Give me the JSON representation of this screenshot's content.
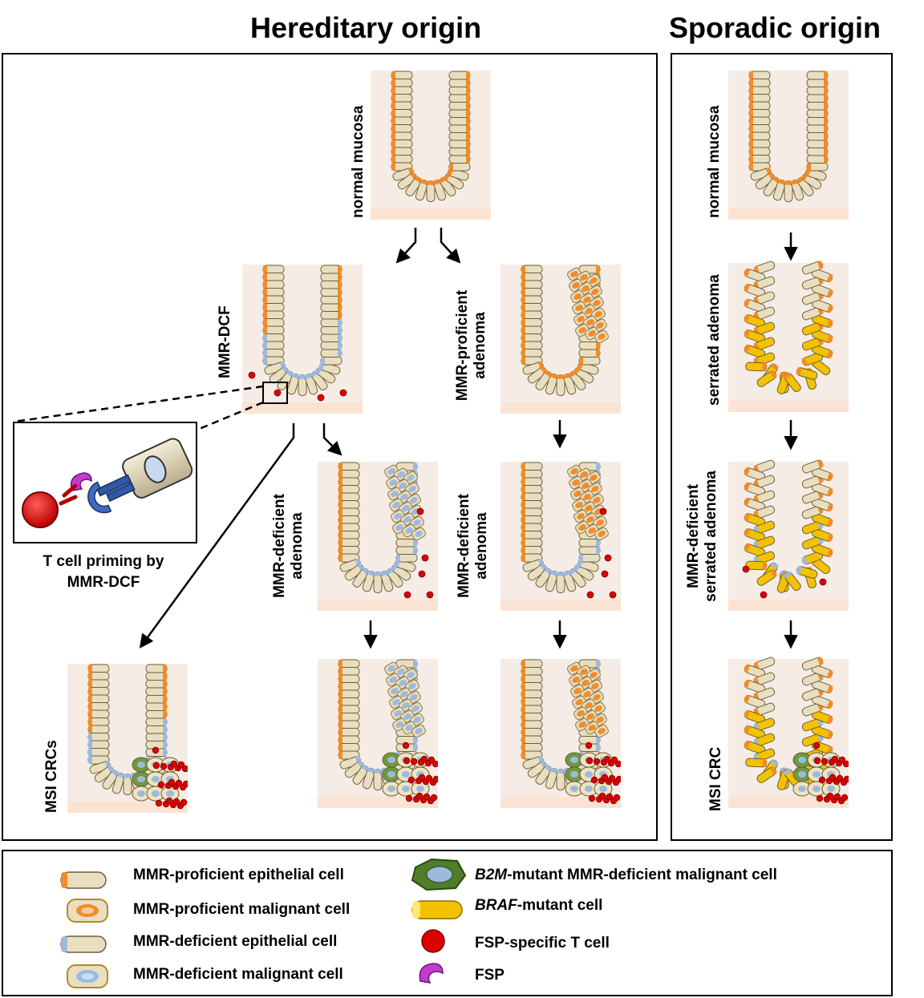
{
  "titles": {
    "hereditary": "Hereditary origin",
    "sporadic": "Sporadic origin"
  },
  "labels": {
    "normal_mucosa_h": "normal mucosa",
    "mmr_dcf": "MMR-DCF",
    "mmr_proficient_adenoma_l1": "MMR-proficient",
    "mmr_proficient_adenoma_l2": "adenoma",
    "mmr_deficient_adenoma_a_l1": "MMR-deficient",
    "mmr_deficient_adenoma_a_l2": "adenoma",
    "mmr_deficient_adenoma_b_l1": "MMR-deficient",
    "mmr_deficient_adenoma_b_l2": "adenoma",
    "msi_crcs": "MSI CRCs",
    "normal_mucosa_s": "normal mucosa",
    "serrated_adenoma": "serrated adenoma",
    "mmr_def_serrated_l1": "MMR-deficient",
    "mmr_def_serrated_l2": "serrated adenoma",
    "msi_crc": "MSI CRC"
  },
  "inset": {
    "caption_l1": "T cell priming by",
    "caption_l2": "MMR-DCF"
  },
  "legend": {
    "items": [
      {
        "label": "MMR-proficient epithelial cell",
        "icon": "cylinder-beige-orange-cap"
      },
      {
        "label": "MMR-proficient malignant cell",
        "icon": "cell-orange-nucleus"
      },
      {
        "label": "MMR-deficient epithelial cell",
        "icon": "cylinder-beige-blue-cap"
      },
      {
        "label": "MMR-deficient malignant cell",
        "icon": "cell-blue-nucleus"
      },
      {
        "label_italic": "B2M",
        "label_rest": "-mutant MMR-deficient malignant cell",
        "icon": "green-cell"
      },
      {
        "label_italic": "BRAF",
        "label_rest": "-mutant cell",
        "icon": "yellow-cylinder"
      },
      {
        "label": "FSP-specific T cell",
        "icon": "red-t-cell"
      },
      {
        "label": "FSP",
        "icon": "purple-fsp"
      }
    ]
  },
  "colors": {
    "tissue": "#f6ece6",
    "base": "#fbe3d4",
    "cell_beige": "#e9dfc0",
    "proficient_cap": "#f28c28",
    "deficient_cap": "#9db9e0",
    "braf_yellow": "#f2c200",
    "t_cell_red": "#dd0000",
    "b2m_green": "#4f7d2a",
    "fsp_purple": "#c43ad1"
  }
}
